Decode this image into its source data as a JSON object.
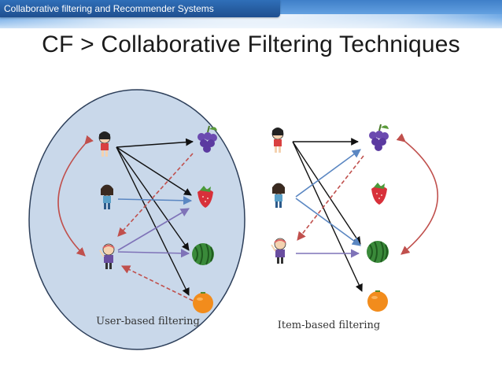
{
  "header": {
    "tab_text": "Collaborative filtering and Recommender Systems"
  },
  "slide": {
    "title": "CF > Collaborative Filtering Techniques"
  },
  "diagram": {
    "left_caption": "User-based filtering",
    "right_caption": "Item-based filtering",
    "items": [
      "grapes-icon",
      "strawberry-icon",
      "watermelon-icon",
      "orange-icon"
    ],
    "colors": {
      "ellipse_fill": "#c9d8ea",
      "black_arrow": "#111111",
      "blue_arrow": "#5b87c2",
      "purple_arrow": "#7f73b8",
      "red_dashed": "#c0504d",
      "curved_red": "#c0504d"
    }
  }
}
